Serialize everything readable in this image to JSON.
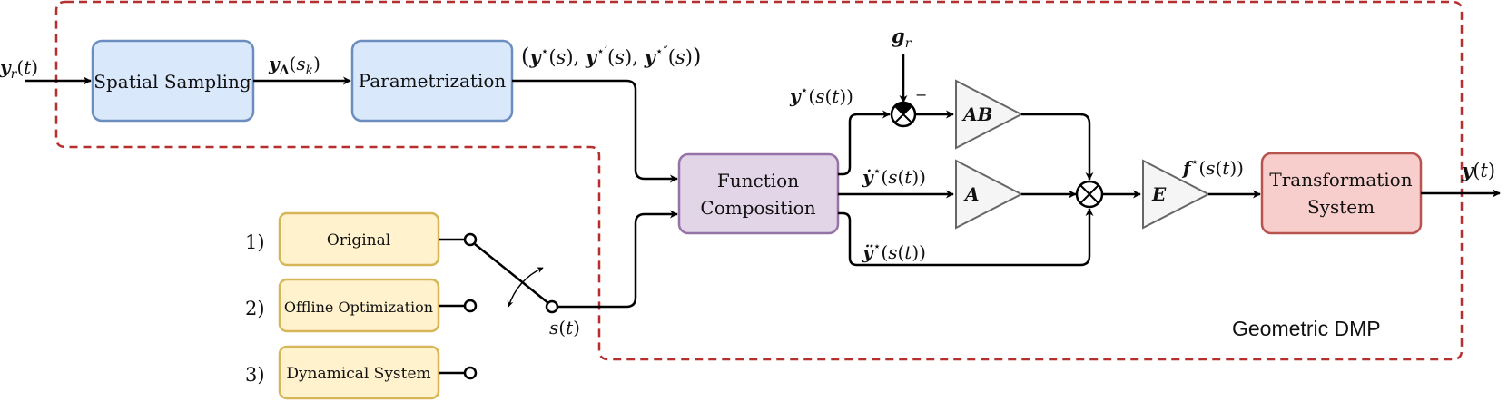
{
  "region_label": "Geometric DMP",
  "blocks": {
    "spatial_sampling": "Spatial Sampling",
    "parametrization": "Parametrization",
    "function_composition_line1": "Function",
    "function_composition_line2": "Composition",
    "transformation_line1": "Transformation",
    "transformation_line2": "System"
  },
  "options": [
    {
      "number": "1)",
      "label": "Original"
    },
    {
      "number": "2)",
      "label": "Offline Optimization"
    },
    {
      "number": "3)",
      "label": "Dynamical System"
    }
  ],
  "gains": {
    "ab": "AB",
    "a": "A",
    "e": "E"
  },
  "signals": {
    "input": "y_r(t)",
    "sampled": "y_Δ(s_k)",
    "parametrized": "(y*(s), y*′(s), y*″(s))",
    "goal": "g_r",
    "pos": "y*(s(t))",
    "vel": "ẏ*(s(t))",
    "acc": "ÿ*(s(t))",
    "phase": "s(t)",
    "forcing": "f*(s(t))",
    "output": "y(t)",
    "minus": "−"
  },
  "colors": {
    "blue_fill": "#dae8fc",
    "blue_stroke": "#6c8ebf",
    "purple_fill": "#e1d5e7",
    "purple_stroke": "#9673a6",
    "red_fill": "#f8cecc",
    "red_stroke": "#b85450",
    "yellow_fill": "#fff2cc",
    "yellow_stroke": "#d6b656",
    "gain_fill": "#f5f5f5",
    "gain_stroke": "#666666",
    "dashed": "#b52f2f"
  }
}
